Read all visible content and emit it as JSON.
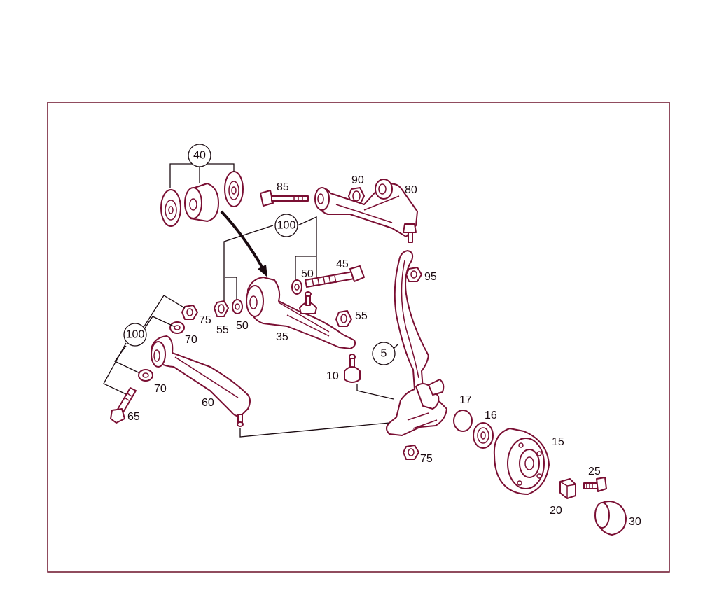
{
  "colors": {
    "line_art": "#7a0f33",
    "frame": "#6b1028",
    "text": "#1a0a10",
    "background": "#ffffff"
  },
  "labels": {
    "p5": "5",
    "p10": "10",
    "p15": "15",
    "p16": "16",
    "p17": "17",
    "p20": "20",
    "p25": "25",
    "p30": "30",
    "p35": "35",
    "p40": "40",
    "p45": "45",
    "p50_upper": "50",
    "p50_lower": "50",
    "p55_left": "55",
    "p55_right": "55",
    "p60": "60",
    "p65": "65",
    "p70_upper": "70",
    "p70_lower": "70",
    "p75_upper": "75",
    "p75_lower": "75",
    "p80": "80",
    "p85": "85",
    "p90": "90",
    "p95": "95",
    "p100_upper": "100",
    "p100_lower": "100"
  }
}
